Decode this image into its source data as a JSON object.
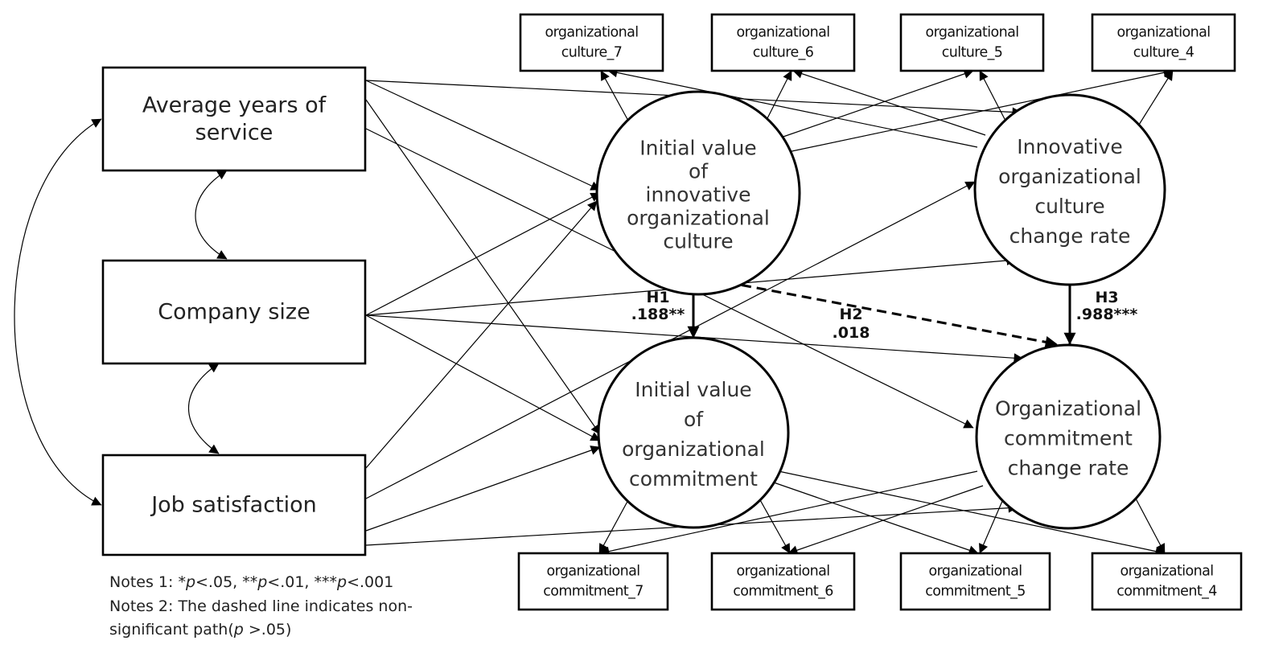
{
  "predictors": [
    {
      "id": "service",
      "lines": [
        "Average years of",
        "service"
      ]
    },
    {
      "id": "size",
      "lines": [
        "Company size"
      ]
    },
    {
      "id": "satisfaction",
      "lines": [
        "Job satisfaction"
      ]
    }
  ],
  "latents": [
    {
      "id": "init_culture",
      "lines": [
        "Initial value",
        "of",
        "innovative",
        "organizational",
        "culture"
      ]
    },
    {
      "id": "rate_culture",
      "lines": [
        "Innovative",
        "organizational",
        "culture",
        "change rate"
      ]
    },
    {
      "id": "init_commit",
      "lines": [
        "Initial value",
        "of",
        "organizational",
        "commitment"
      ]
    },
    {
      "id": "rate_commit",
      "lines": [
        "Organizational",
        "commitment",
        "change rate"
      ]
    }
  ],
  "culture_indicators": [
    {
      "id": "c7",
      "lines": [
        "organizational",
        "culture_7"
      ]
    },
    {
      "id": "c6",
      "lines": [
        "organizational",
        "culture_6"
      ]
    },
    {
      "id": "c5",
      "lines": [
        "organizational",
        "culture_5"
      ]
    },
    {
      "id": "c4",
      "lines": [
        "organizational",
        "culture_4"
      ]
    }
  ],
  "commitment_indicators": [
    {
      "id": "m7",
      "lines": [
        "organizational",
        "commitment_7"
      ]
    },
    {
      "id": "m6",
      "lines": [
        "organizational",
        "commitment_6"
      ]
    },
    {
      "id": "m5",
      "lines": [
        "organizational",
        "commitment_5"
      ]
    },
    {
      "id": "m4",
      "lines": [
        "organizational",
        "commitment_4"
      ]
    }
  ],
  "hypotheses": [
    {
      "id": "h1",
      "label": "H1",
      "value": ".188**",
      "from": "init_culture",
      "to": "init_commit",
      "style": "solid"
    },
    {
      "id": "h2",
      "label": "H2",
      "value": ".018",
      "from": "init_culture",
      "to": "rate_commit",
      "style": "dashed"
    },
    {
      "id": "h3",
      "label": "H3",
      "value": ".988***",
      "from": "rate_culture",
      "to": "rate_commit",
      "style": "solid"
    }
  ],
  "notes": {
    "note1": [
      {
        "t": "Notes 1: *",
        "i": false
      },
      {
        "t": "p",
        "i": true
      },
      {
        "t": "<.05, **",
        "i": false
      },
      {
        "t": "p",
        "i": true
      },
      {
        "t": "<.01, ***",
        "i": false
      },
      {
        "t": "p",
        "i": true
      },
      {
        "t": "<.001",
        "i": false
      }
    ],
    "note2": [
      {
        "t": "Notes 2: The dashed line indicates non-",
        "i": false
      }
    ],
    "note3": [
      {
        "t": "significant path(",
        "i": false
      },
      {
        "t": "p",
        "i": true
      },
      {
        "t": " >.05)",
        "i": false
      }
    ]
  }
}
